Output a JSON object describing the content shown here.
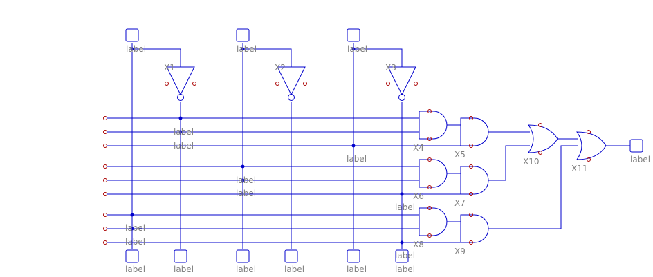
{
  "schematic": {
    "colors": {
      "wire": "#0000cc",
      "pin": "#aa0000",
      "text": "#808080",
      "background": "#ffffff"
    },
    "top_port_labels": [
      "label",
      "label",
      "label"
    ],
    "bottom_port_labels": [
      "label",
      "label",
      "label",
      "label",
      "label",
      "label"
    ],
    "output_port_label": "label",
    "net_labels": [
      "label",
      "label",
      "label",
      "label",
      "label",
      "label",
      "label",
      "label",
      "label",
      "label"
    ],
    "components": {
      "x1": "X1",
      "x2": "X2",
      "x3": "X3",
      "x4": "X4",
      "x5": "X5",
      "x6": "X6",
      "x7": "X7",
      "x8": "X8",
      "x9": "X9",
      "x10": "X10",
      "x11": "X11"
    }
  }
}
